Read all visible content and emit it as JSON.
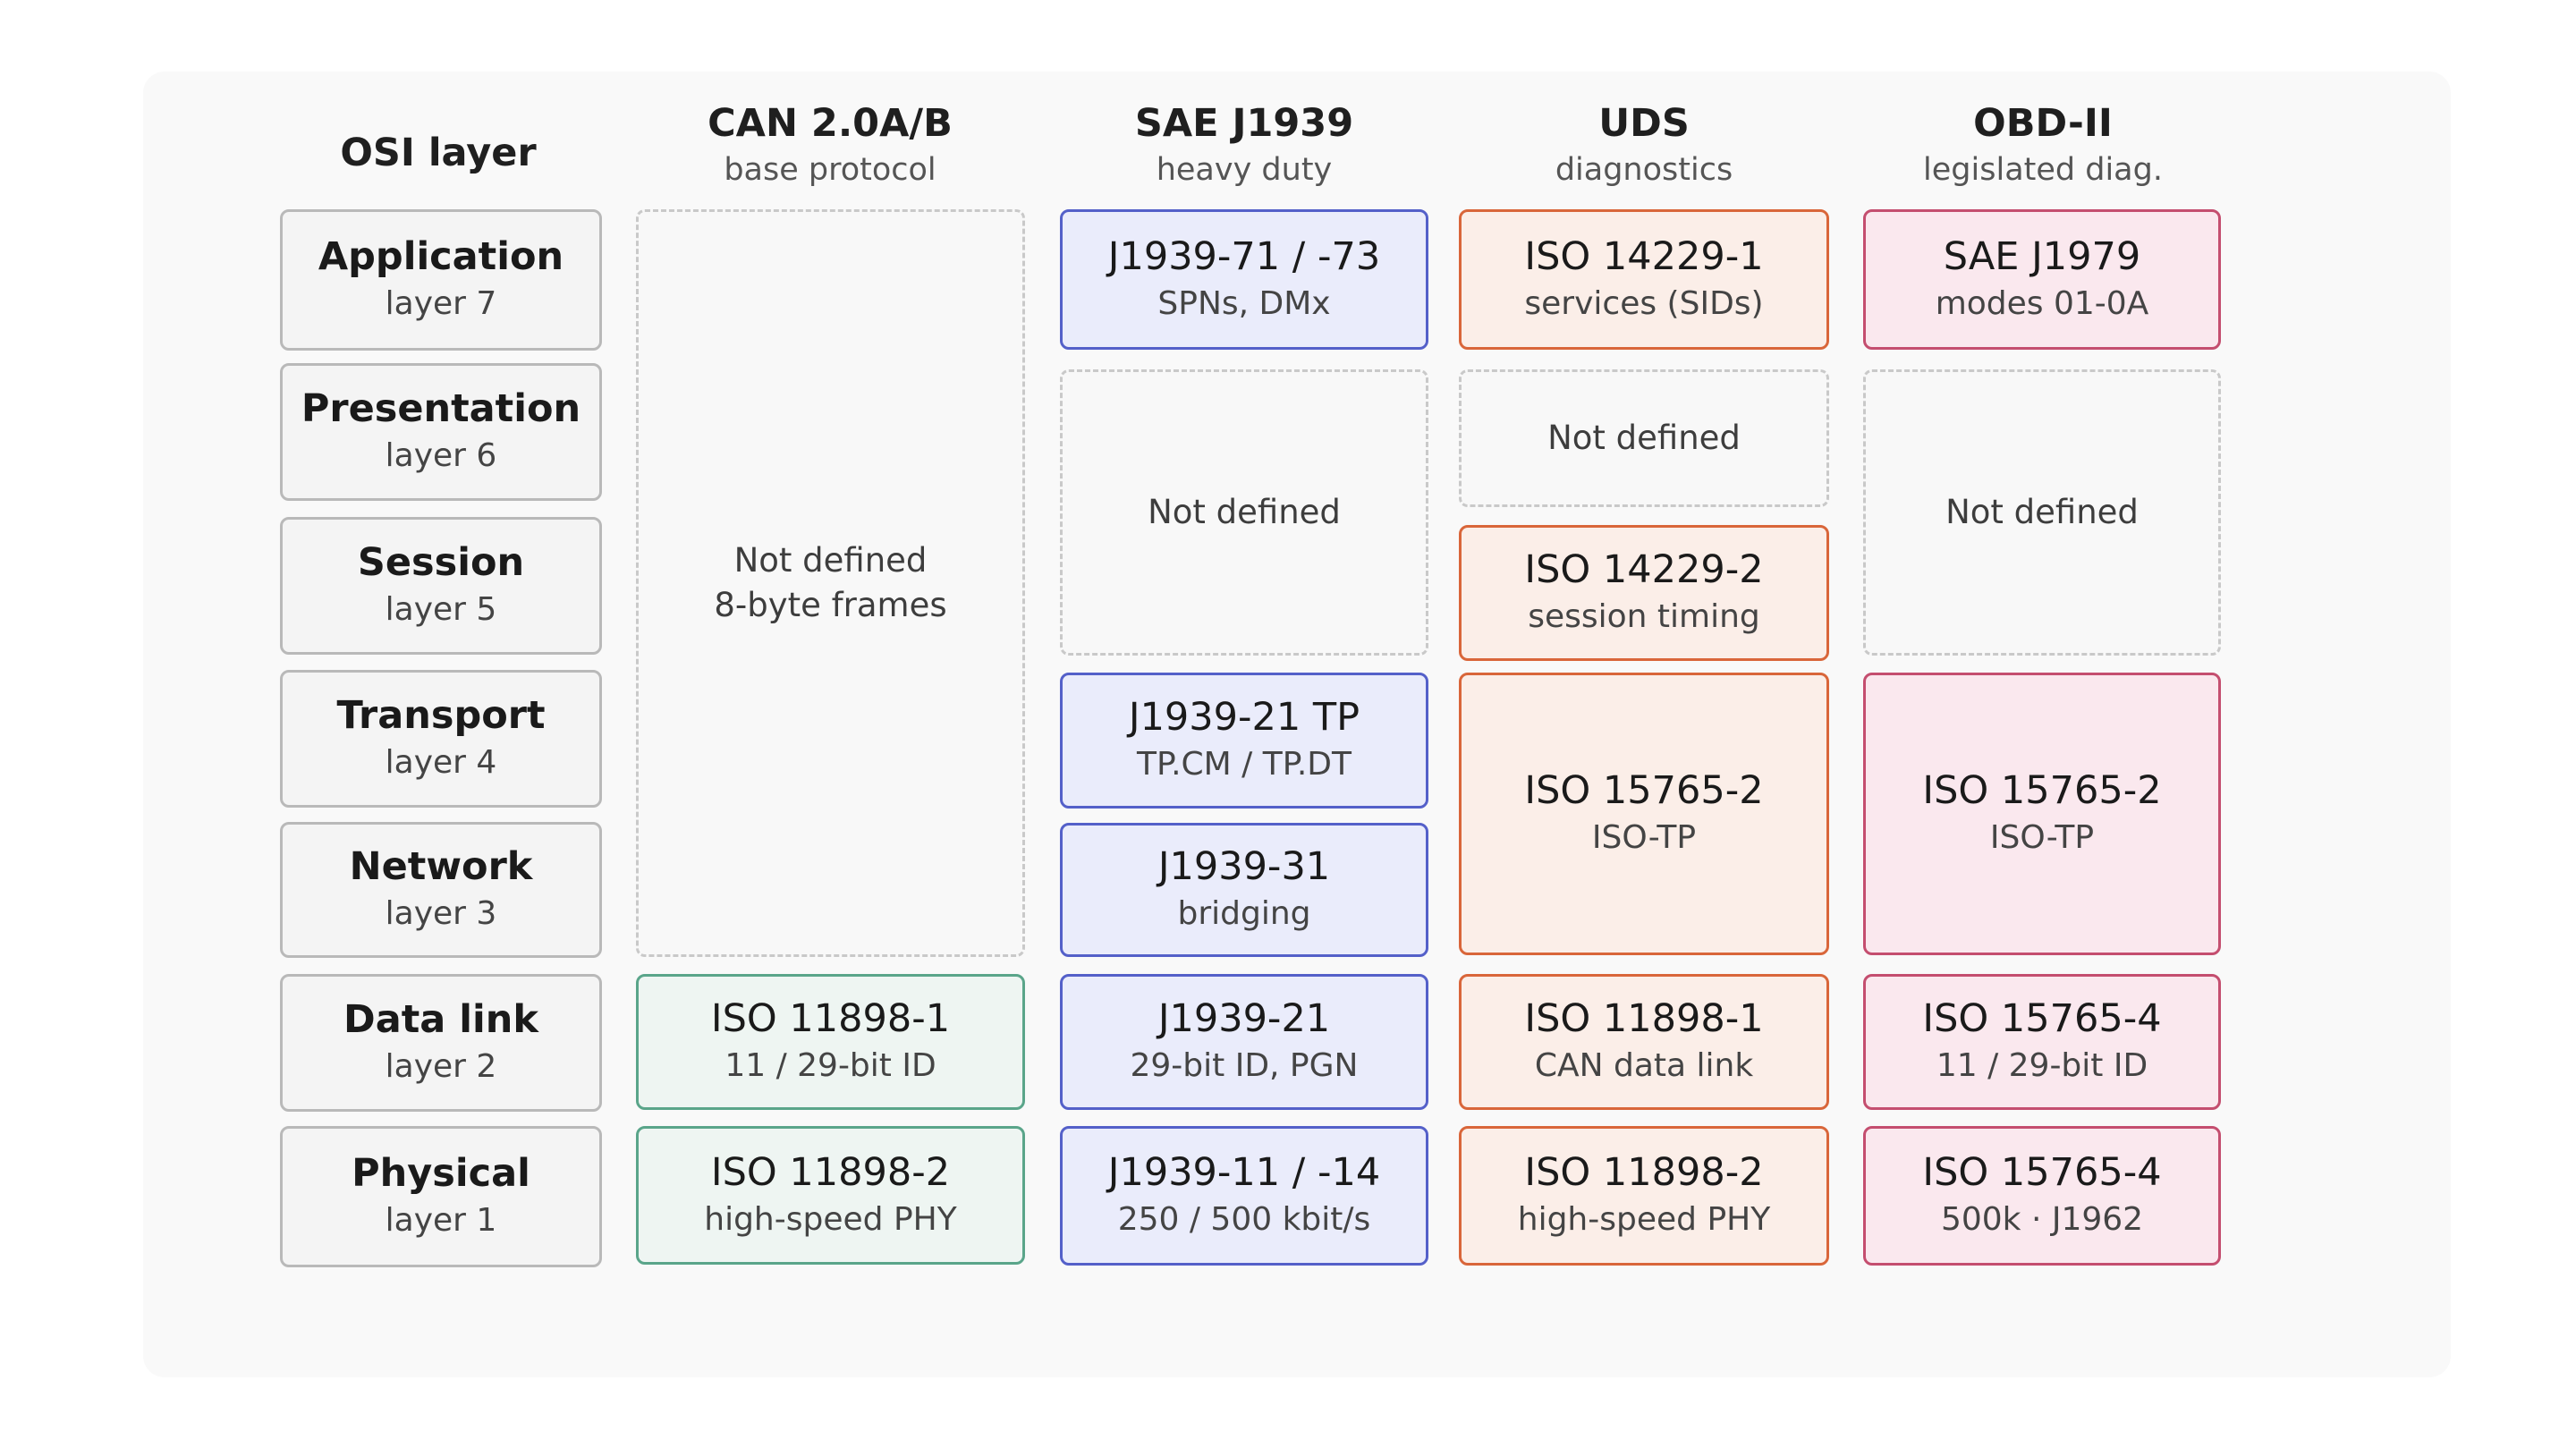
{
  "headers": {
    "osi": {
      "title": "OSI  layer"
    },
    "can": {
      "title": "CAN 2.0A/B",
      "subtitle": "base protocol"
    },
    "j1939": {
      "title": "SAE J1939",
      "subtitle": "heavy duty"
    },
    "uds": {
      "title": "UDS",
      "subtitle": "diagnostics"
    },
    "obd": {
      "title": "OBD-II",
      "subtitle": "legislated diag."
    }
  },
  "osi_layers": [
    {
      "name": "Application",
      "layer": "layer 7"
    },
    {
      "name": "Presentation",
      "layer": "layer 6"
    },
    {
      "name": "Session",
      "layer": "layer 5"
    },
    {
      "name": "Transport",
      "layer": "layer 4"
    },
    {
      "name": "Network",
      "layer": "layer 3"
    },
    {
      "name": "Data link",
      "layer": "layer 2"
    },
    {
      "name": "Physical",
      "layer": "layer 1"
    }
  ],
  "can": {
    "upper": {
      "title": "Not defined",
      "subtitle": "8-byte frames"
    },
    "data_link": {
      "title": "ISO 11898-1",
      "subtitle": "11 / 29-bit ID"
    },
    "physical": {
      "title": "ISO 11898-2",
      "subtitle": "high-speed PHY"
    }
  },
  "j1939": {
    "application": {
      "title": "J1939-71 / -73",
      "subtitle": "SPNs, DMx"
    },
    "presentation_session": {
      "title": "Not defined"
    },
    "transport": {
      "title": "J1939-21  TP",
      "subtitle": "TP.CM / TP.DT"
    },
    "network": {
      "title": "J1939-31",
      "subtitle": "bridging"
    },
    "data_link": {
      "title": "J1939-21",
      "subtitle": "29-bit ID, PGN"
    },
    "physical": {
      "title": "J1939-11 / -14",
      "subtitle": "250 / 500 kbit/s"
    }
  },
  "uds": {
    "application": {
      "title": "ISO 14229-1",
      "subtitle": "services (SIDs)"
    },
    "presentation": {
      "title": "Not defined"
    },
    "session": {
      "title": "ISO 14229-2",
      "subtitle": "session timing"
    },
    "transport_network": {
      "title": "ISO 15765-2",
      "subtitle": "ISO-TP"
    },
    "data_link": {
      "title": "ISO 11898-1",
      "subtitle": "CAN data link"
    },
    "physical": {
      "title": "ISO 11898-2",
      "subtitle": "high-speed PHY"
    }
  },
  "obd": {
    "application": {
      "title": "SAE J1979",
      "subtitle": "modes 01-0A"
    },
    "presentation_session": {
      "title": "Not defined"
    },
    "transport_network": {
      "title": "ISO 15765-2",
      "subtitle": "ISO-TP"
    },
    "data_link": {
      "title": "ISO 15765-4",
      "subtitle": "11 / 29-bit ID"
    },
    "physical": {
      "title": "ISO 15765-4",
      "subtitle": "500k · J1962"
    }
  }
}
